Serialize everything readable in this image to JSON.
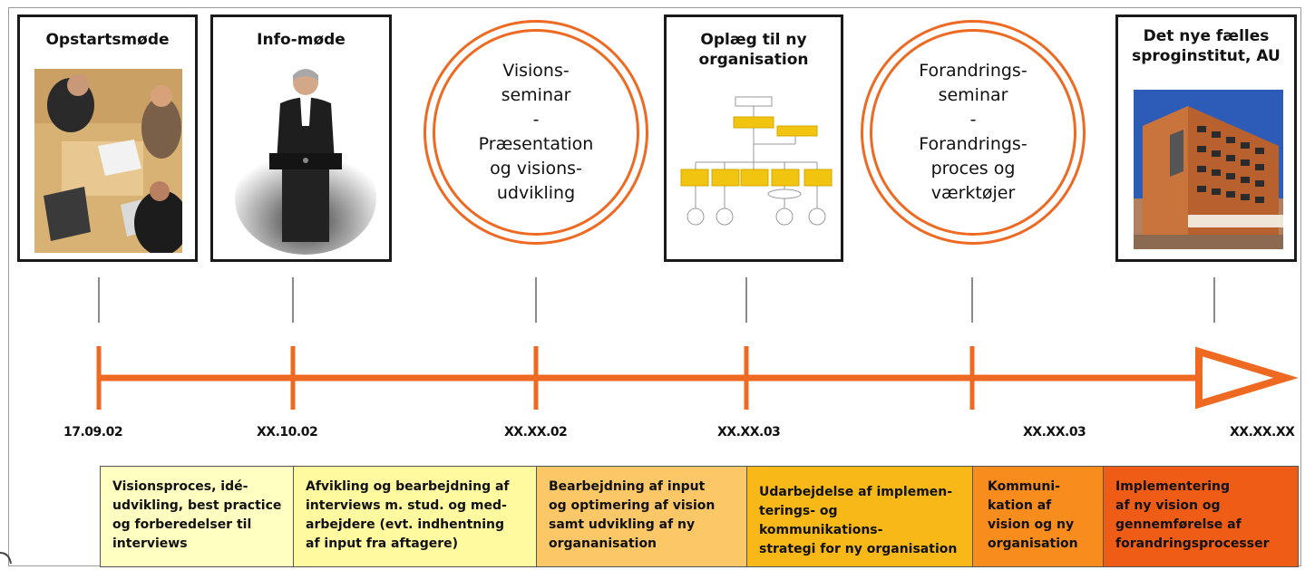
{
  "milestones": [
    {
      "title": "Opstartsmøde",
      "type": "photo",
      "icon": "meeting-photo"
    },
    {
      "title": "Info-møde",
      "type": "photo",
      "icon": "speaker-photo"
    },
    {
      "title": "Visions-\nseminar\n-\nPræsentation\nog visions-\nudvikling",
      "type": "circle"
    },
    {
      "title": "Oplæg til ny\norganisation",
      "type": "orgchart"
    },
    {
      "title": "Forandrings-\nseminar\n-\nForandrings-\nproces og\nværktøjer",
      "type": "circle"
    },
    {
      "title": "Det nye fælles\nsproginstitut, AU",
      "type": "photo",
      "icon": "building-photo"
    }
  ],
  "dates": [
    "17.09.02",
    "XX.10.02",
    "XX.XX.02",
    "XX.XX.03",
    "XX.XX.03",
    "XX.XX.XX"
  ],
  "phases": [
    {
      "text": "Visionsproces, idé-\nudvikling, best practice\nog forberedelser til\ninterviews",
      "color": "#ffffc2"
    },
    {
      "text": "Afvikling og bearbejdning af\ninterviews m. stud. og med-\narbejdere (evt. indhentning\naf input fra aftagere)",
      "color": "#fffaa0"
    },
    {
      "text": "Bearbejdning af input\nog optimering af vision\nsamt udvikling af ny\norgananisation",
      "color": "#fcc766"
    },
    {
      "text": "Udarbejdelse af implemen-\nterings- og kommunikations-\nstrategi for ny organisation",
      "color": "#f8b918"
    },
    {
      "text": "Kommuni-\nkation af\nvision og ny\norganisation",
      "color": "#f88c1c"
    },
    {
      "text": "Implementering\naf ny vision og\ngennemførelse af\nforandringsprocesser",
      "color": "#ef5c16"
    }
  ],
  "colors": {
    "accent": "#ee6a22",
    "timeline": "#ee6a22",
    "orgbox": "#f1c40f"
  }
}
